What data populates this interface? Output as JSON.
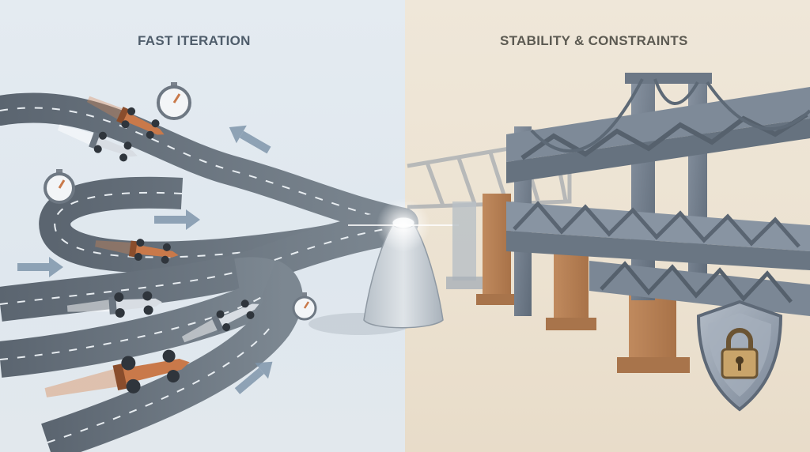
{
  "panels": {
    "left": {
      "heading": "FAST ITERATION",
      "background": "#e4ebf1",
      "accent": "#c9794a"
    },
    "right": {
      "heading": "STABILITY & CONSTRAINTS",
      "background": "#eee5d6",
      "accent": "#c08a5e"
    }
  },
  "icons": [
    "stopwatch-icon",
    "race-car",
    "motion-arrow",
    "padlock-shield-icon",
    "steel-truss-bridge",
    "glass-cone-pivot"
  ]
}
